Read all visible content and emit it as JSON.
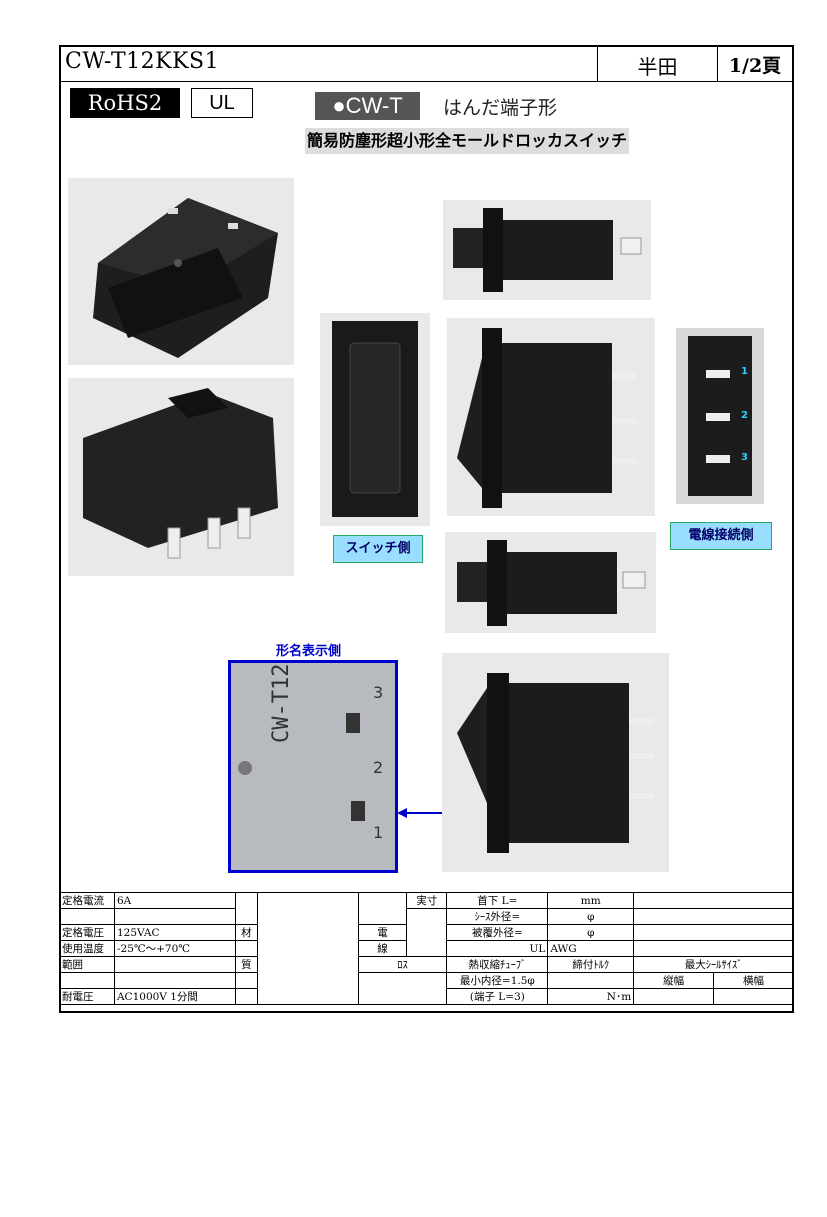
{
  "header": {
    "model": "CW-T12KKS1",
    "maker": "半田",
    "page": "1/2頁"
  },
  "badges": {
    "rohs": "RoHS2",
    "ul": "UL"
  },
  "series": {
    "name": "●CW-T",
    "desc": "はんだ端子形"
  },
  "subtitle": "簡易防塵形超小形全モールドロッカスイッチ",
  "captions": {
    "switch_side": "スイッチ側",
    "wire_side": "電線接続側",
    "marking_side": "形名表示側"
  },
  "terminal_numbers": [
    "1",
    "2",
    "3"
  ],
  "marking_photo": {
    "model_text": "CW-T12",
    "digits": [
      "3",
      "2",
      "1"
    ]
  },
  "spec": {
    "rated_current_label": "定格電流",
    "rated_current": "6A",
    "rated_voltage_label": "定格電圧",
    "rated_voltage": "125VAC",
    "temp_label1": "使用温度",
    "temp_label2": "範囲",
    "temp": "-25℃～+70℃",
    "withstand_label": "耐電圧",
    "withstand": "AC1000V 1分間",
    "material1": "材",
    "material2": "質",
    "wire1": "電",
    "wire2": "線",
    "actual": "実寸",
    "neck": "首下 L=",
    "neck_unit": "mm",
    "sheath": "ｼｰｽ外径=",
    "sheath_unit": "φ",
    "cover": "被覆外径=",
    "cover_unit": "φ",
    "ul": "UL",
    "awg": "AWG",
    "loss": "ﾛｽ",
    "tube": "熱収縮ﾁｭｰﾌﾞ",
    "torque": "締付ﾄﾙｸ",
    "seal": "最大ｼｰﾙｻｲｽﾞ",
    "vertical": "縦幅",
    "horizontal": "横幅",
    "min_inner": "最小内径=1.5φ",
    "terminal": "(端子 L=3)",
    "torque_unit": "N･m"
  }
}
